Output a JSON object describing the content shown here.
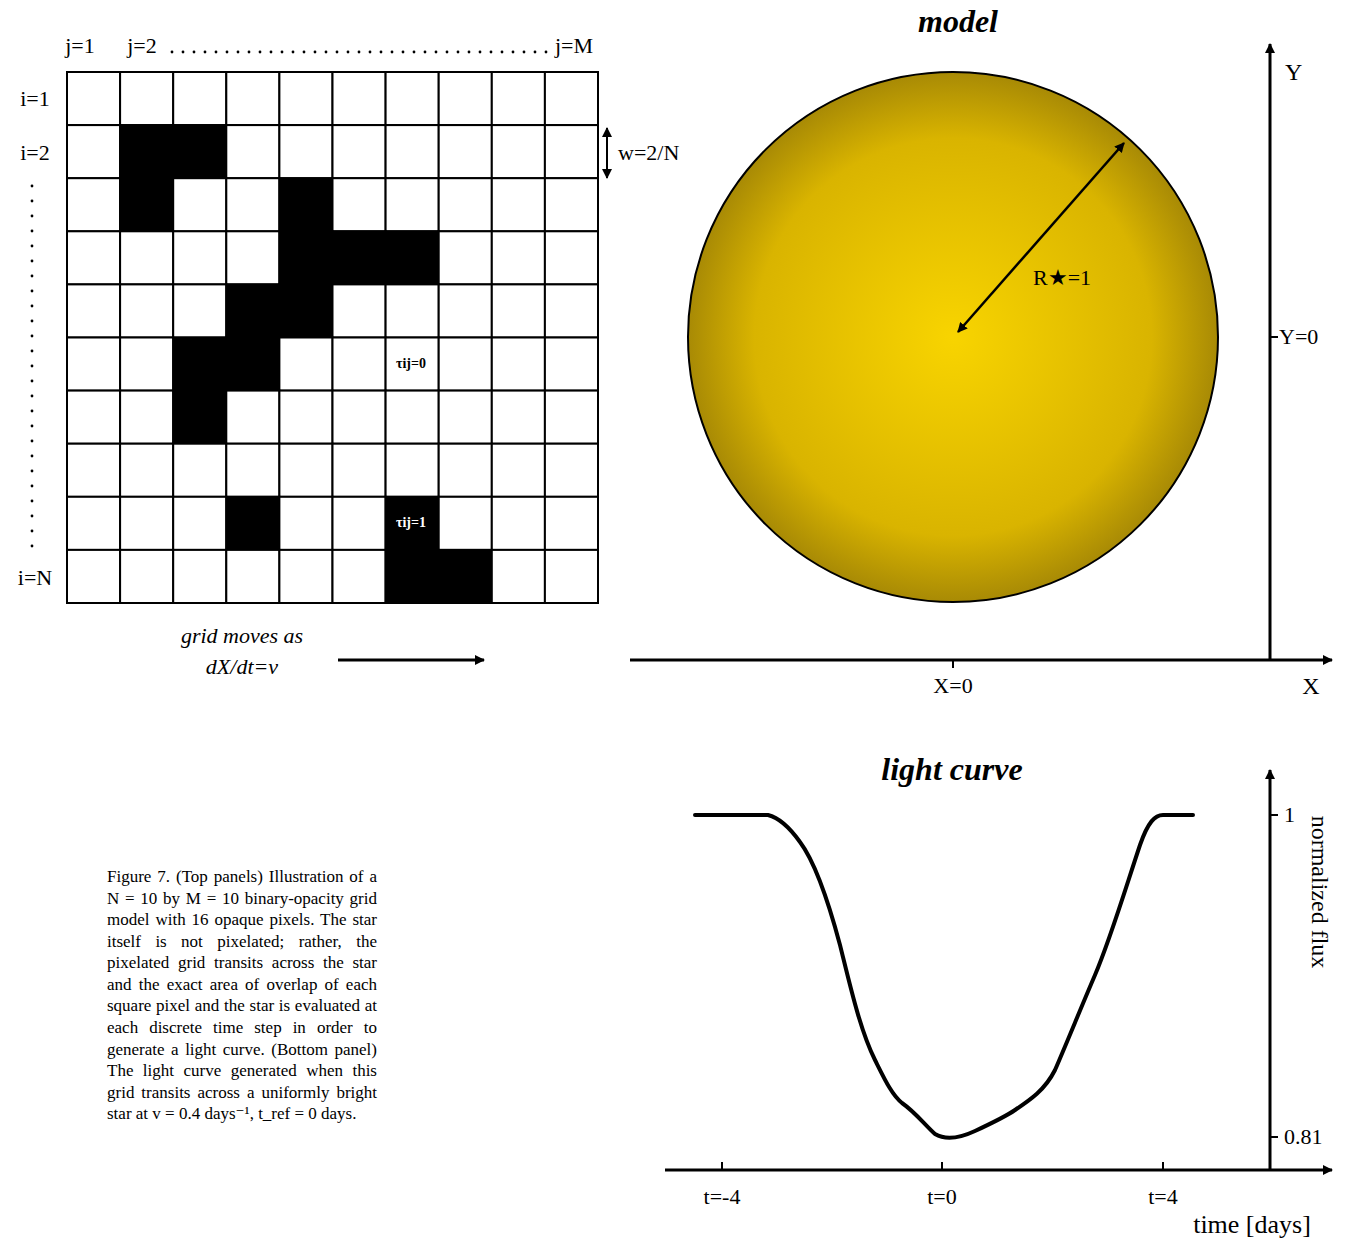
{
  "diagram": {
    "caption": "Figure 7. (Top panels) Illustration of a N = 10 by M = 10 binary-opacity grid model with 16 opaque pixels. The star itself is not pixelated; rather, the pixelated grid transits across the star and the exact area of overlap of each square pixel and the star is evaluated at each discrete time step in order to generate a light curve. (Bottom panel) The light curve generated when this grid transits across a uniformly bright star at v = 0.4 days⁻¹, t_ref = 0 days.",
    "labels": [
      "model",
      "j=1",
      "j=2",
      "j=M",
      "i=1",
      "i=2",
      "i=N",
      "w=2/N",
      "τij=0",
      "τij=1",
      "grid moves as dX/dt=v",
      "R★=1",
      "Y",
      "Y=0",
      "X=0",
      "X",
      "light curve",
      "1",
      "0.81",
      "normalized flux",
      "t=-4",
      "t=0",
      "t=4",
      "time [days]"
    ]
  }
}
